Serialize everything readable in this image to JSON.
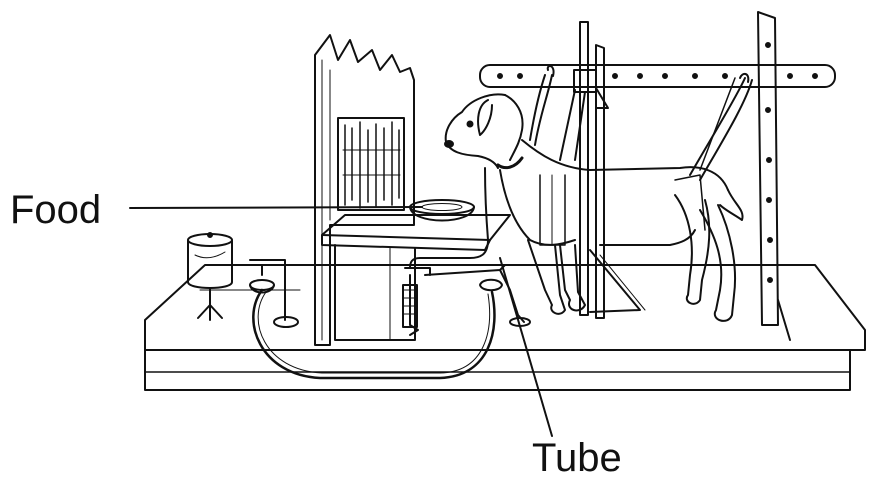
{
  "labels": {
    "food": "Food",
    "tube": "Tube"
  },
  "colors": {
    "ink": "#111111",
    "background": "#ffffff"
  },
  "icons": [
    "dog-figure",
    "food-bowl",
    "saliva-tube",
    "harness-frame",
    "drum-recorder",
    "graduated-cylinder"
  ]
}
